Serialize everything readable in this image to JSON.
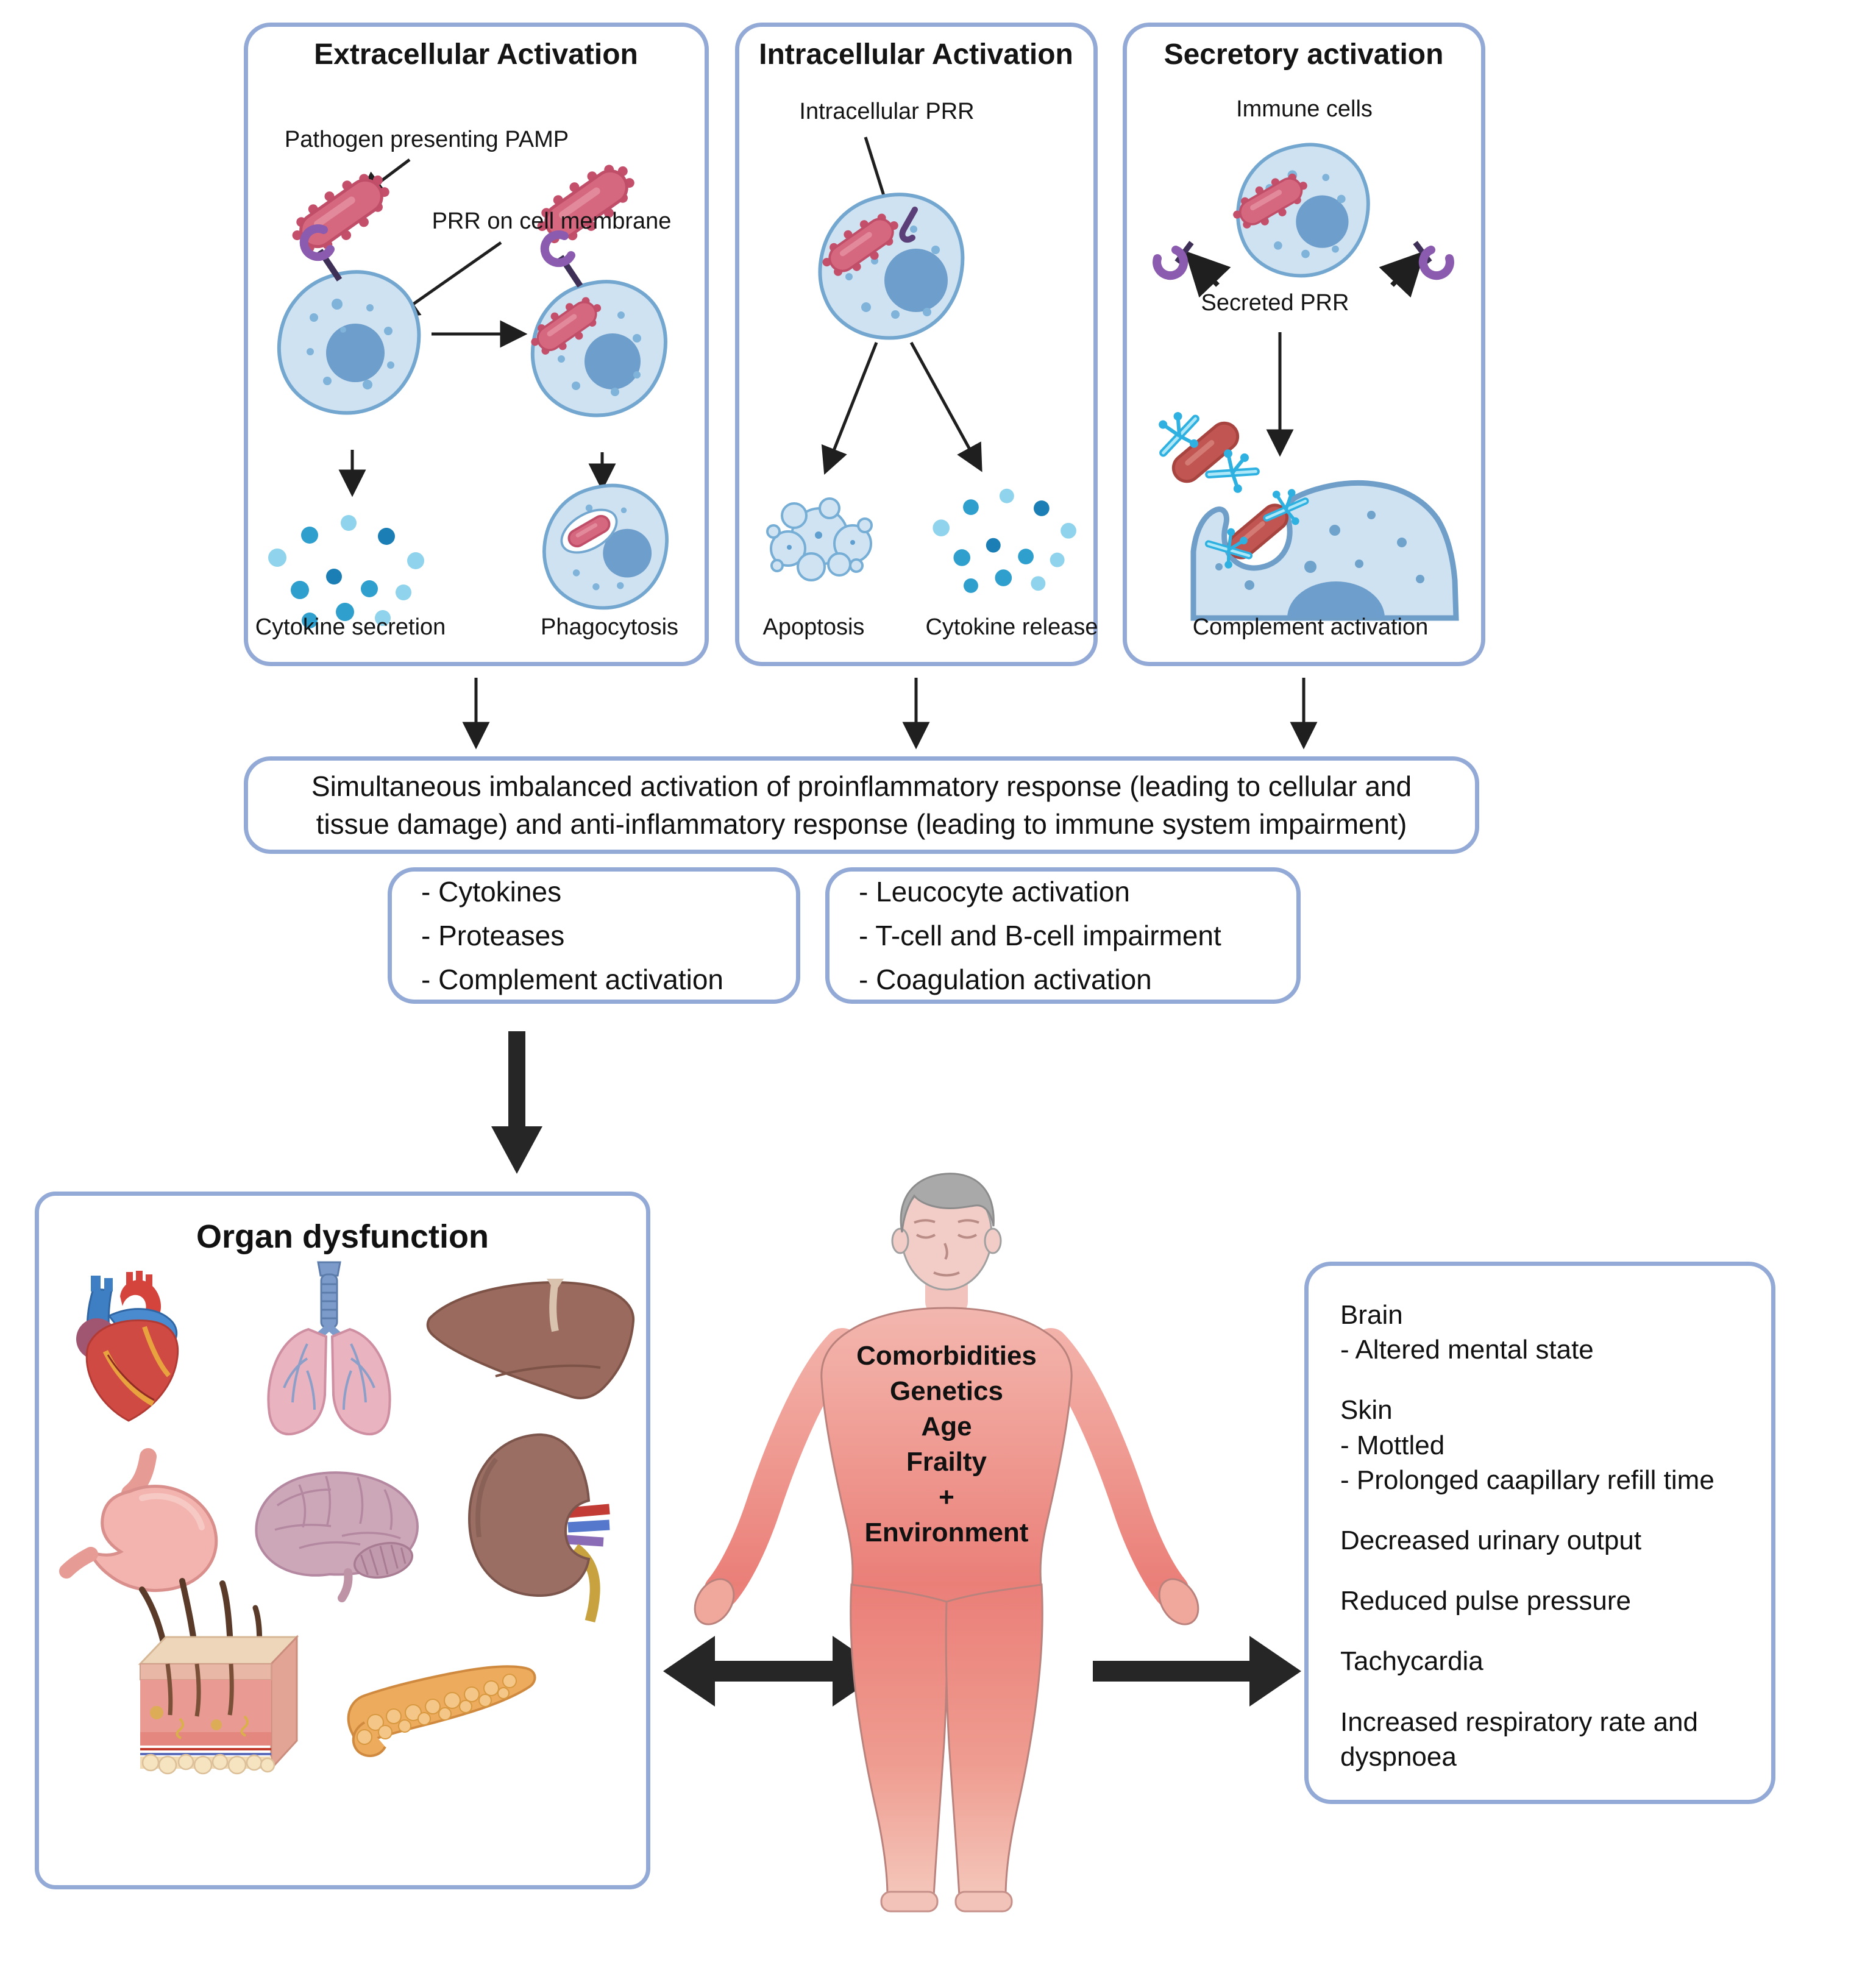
{
  "panels": {
    "extracellular": {
      "title": "Extracellular Activation",
      "labels": {
        "pamp": "Pathogen presenting PAMP",
        "prr": "PRR on cell membrane",
        "cytokine": "Cytokine secretion",
        "phagocytosis": "Phagocytosis"
      }
    },
    "intracellular": {
      "title": "Intracellular Activation",
      "labels": {
        "prr": "Intracellular PRR",
        "apoptosis": "Apoptosis",
        "cytokine": "Cytokine release"
      }
    },
    "secretory": {
      "title": "Secretory activation",
      "labels": {
        "immune": "Immune cells",
        "secreted": "Secreted PRR",
        "complement": "Complement activation"
      }
    }
  },
  "summary_box": {
    "text": "Simultaneous imbalanced activation of proinflammatory response (leading to cellular and tissue damage) and anti-inflammatory response (leading to immune system impairment)"
  },
  "mediators_box": {
    "items": [
      "- Cytokines",
      "- Proteases",
      "- Complement activation"
    ]
  },
  "effects_box": {
    "items": [
      "- Leucocyte activation",
      "- T-cell and B-cell impairment",
      "- Coagulation activation"
    ]
  },
  "organ_box": {
    "title": "Organ dysfunction",
    "organ_icons": [
      "heart-icon",
      "lungs-icon",
      "liver-icon",
      "stomach-icon",
      "brain-icon",
      "kidney-icon",
      "skin-icon",
      "pancreas-icon"
    ]
  },
  "patient": {
    "factors": [
      "Comorbidities",
      "Genetics",
      "Age",
      "Frailty",
      "+",
      "Environment"
    ]
  },
  "clinical_box": {
    "groups": [
      [
        "Brain",
        "- Altered mental state"
      ],
      [
        "Skin",
        "- Mottled",
        "- Prolonged caapillary refill time"
      ],
      [
        "Decreased urinary output"
      ],
      [
        "Reduced pulse pressure"
      ],
      [
        "Tachycardia"
      ],
      [
        "Increased respiratory rate and dyspnoea"
      ]
    ]
  },
  "colors": {
    "box_border": "#93a9d6",
    "arrow": "#1f1f1f",
    "cell_fill": "#cfe2f1",
    "cell_stroke": "#74a7cf",
    "nucleus": "#6e9ecb",
    "bacterium": "#d5687f",
    "bacterium_stroke": "#c04e69",
    "receptor_purple": "#8a5bae",
    "antibody_cyan": "#2eb1e0",
    "body_skin": "#ea837c"
  }
}
